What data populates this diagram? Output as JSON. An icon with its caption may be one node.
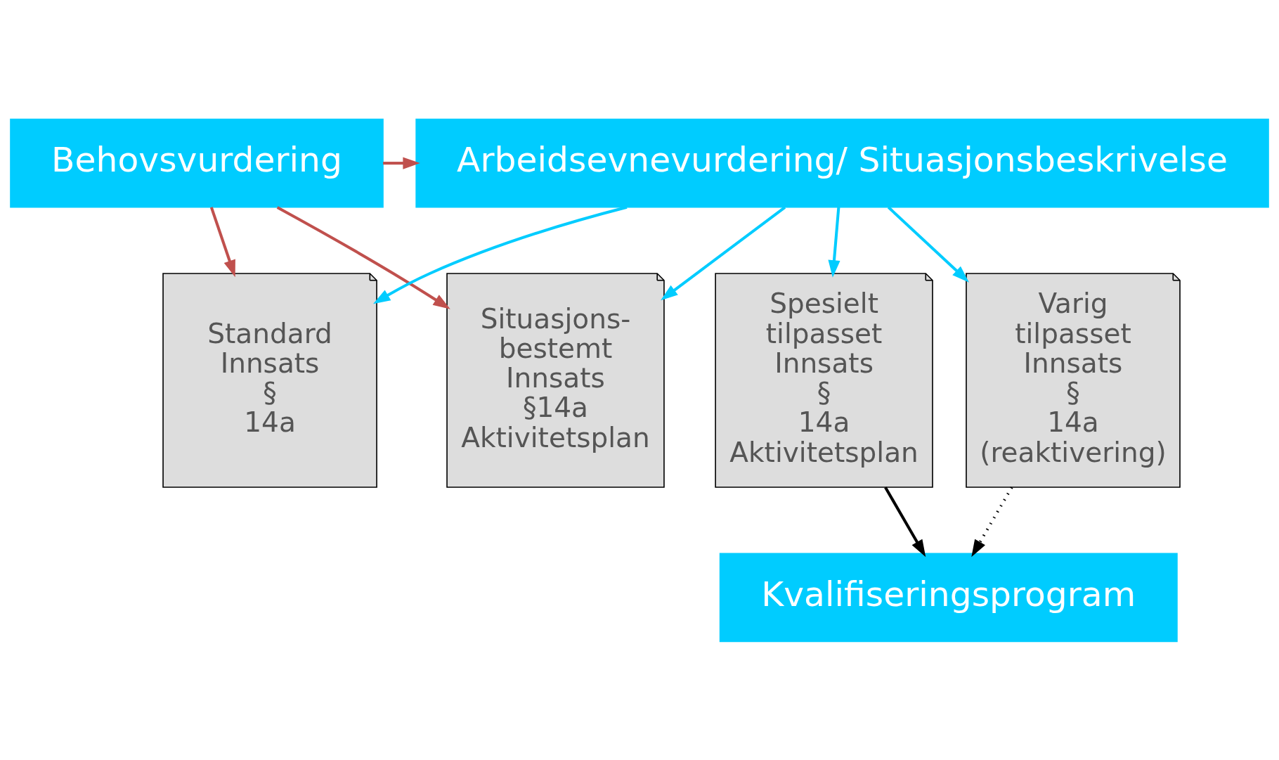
{
  "diagram": {
    "nodes": [
      {
        "text": [
          "Behovsvurdering"
        ]
      },
      {
        "text": [
          "Arbeidsevnevurdering/ Situasjonsbeskrivelse"
        ]
      },
      {
        "text": [
          "Standard Innsats § 14a"
        ]
      },
      {
        "text": [
          "Situasjons- bestemt Innsats §14a Aktivitetsplan"
        ]
      },
      {
        "text": [
          "Spesielt tilpasset Innsats § 14a Aktivitetsplan"
        ]
      },
      {
        "text": [
          "Varig tilpasset Innsats § 14a (reaktivering)"
        ]
      },
      {
        "text": [
          "Kvalifiseringsprogram"
        ]
      }
    ],
    "edges": [
      {
        "from": 0,
        "to": 1,
        "arrow": "to",
        "color": "#c0504d"
      },
      {
        "from": 0,
        "to": 2,
        "arrow": "to",
        "color": "#c0504d"
      },
      {
        "from": 0,
        "to": 3,
        "arrow": "to",
        "color": "#c0504d"
      },
      {
        "from": 1,
        "to": 2,
        "arrow": "to"
      },
      {
        "from": 1,
        "to": 3,
        "arrow": "to"
      },
      {
        "from": 1,
        "to": 4,
        "arrow": "to"
      },
      {
        "from": 1,
        "to": 5,
        "arrow": "to"
      },
      {
        "from": 4,
        "to": 6,
        "arrow": "to",
        "color": "#000000"
      },
      {
        "from": 5,
        "to": 6,
        "arrow": "to",
        "style": "dashed",
        "color": "#000000"
      }
    ]
  }
}
